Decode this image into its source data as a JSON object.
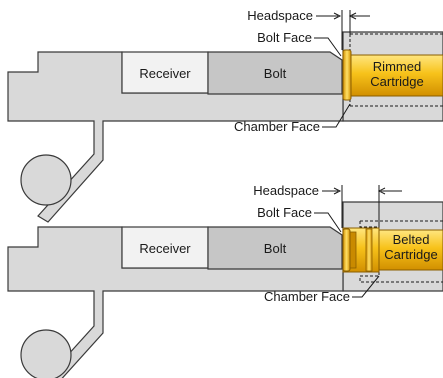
{
  "colors": {
    "brass_light": "#ffe066",
    "brass_mid": "#f5b800",
    "brass_dark": "#c98a00",
    "steel": "#d9d9d9",
    "steel_dark": "#c6c6c6",
    "bore": "#f2f2f2"
  },
  "rimmed": {
    "headspace_label": "Headspace",
    "bolt_face_label": "Bolt Face",
    "chamber_face_label": "Chamber Face",
    "receiver_label": "Receiver",
    "bolt_label": "Bolt",
    "cartridge_line1": "Rimmed",
    "cartridge_line2": "Cartridge"
  },
  "belted": {
    "headspace_label": "Headspace",
    "bolt_face_label": "Bolt Face",
    "chamber_face_label": "Chamber Face",
    "receiver_label": "Receiver",
    "bolt_label": "Bolt",
    "cartridge_line1": "Belted",
    "cartridge_line2": "Cartridge"
  }
}
